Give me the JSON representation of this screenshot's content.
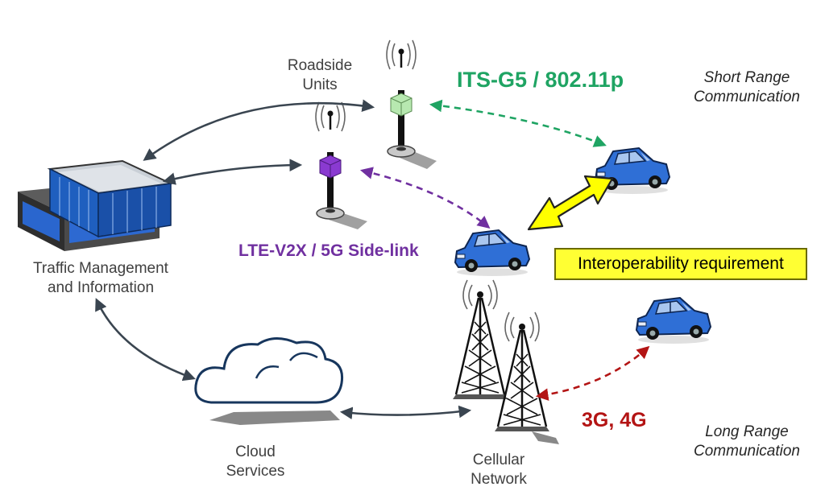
{
  "labels": {
    "roadside_units": [
      "Roadside",
      "Units"
    ],
    "traffic_management": [
      "Traffic Management",
      "and Information"
    ],
    "cloud_services": [
      "Cloud",
      "Services"
    ],
    "cellular_network": [
      "Cellular",
      "Network"
    ],
    "short_range": [
      "Short Range",
      "Communication"
    ],
    "long_range": [
      "Long Range",
      "Communication"
    ]
  },
  "protocols": {
    "its_g5": "ITS-G5 / 802.11p",
    "lte_v2x": "LTE-V2X / 5G Side-link",
    "cellular": "3G, 4G"
  },
  "callout": {
    "interoperability": "Interoperability requirement"
  },
  "colors": {
    "its_g5": "#1fa463",
    "lte_v2x": "#7030a0",
    "cellular": "#b31414",
    "callout_fill": "#ffff33",
    "car_body": "#2f6fd6",
    "building": "#1f5fbf",
    "link": "#3a4550"
  },
  "icons": [
    "building-icon",
    "roadside-unit-icon",
    "car-icon",
    "cloud-icon",
    "cell-tower-icon"
  ]
}
